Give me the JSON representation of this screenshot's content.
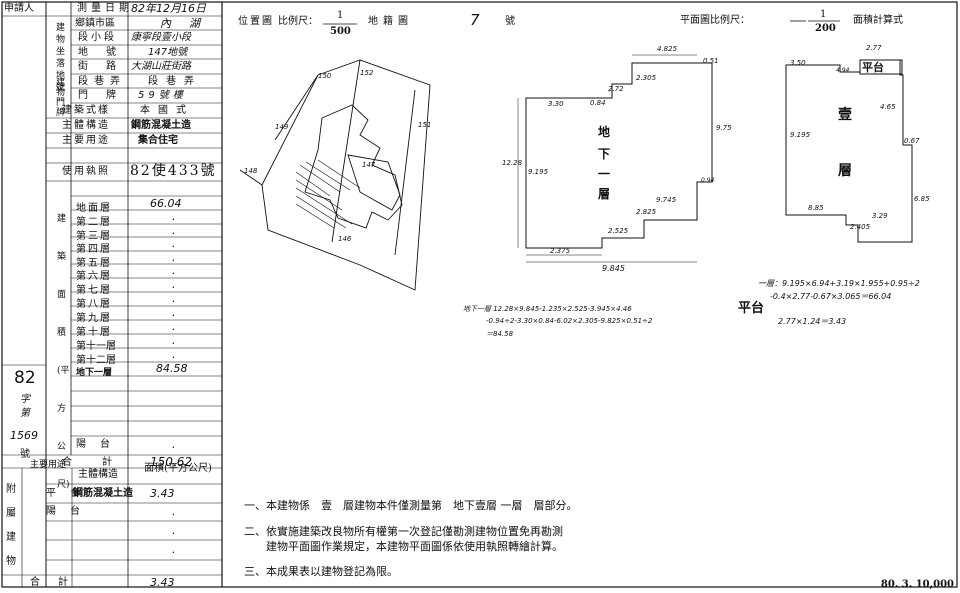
{
  "left_table": {
    "applicant_label": "申請人",
    "survey_date_label": "測量日期",
    "survey_date_value": "82年12月16日",
    "district_label": "鄉鎮市區",
    "district_value": "內湖",
    "section_label": "段小段",
    "section_value": "康寧段壹小段",
    "parcel_label": "地號",
    "parcel_value": "147地號",
    "street_label": "街路",
    "street_value": "大湖山莊街路",
    "lane_label": "段巷弄",
    "lane_value": "段巷弄",
    "door_label": "門牌",
    "door_value": "59號樓",
    "building_site_label": "建物坐落地號",
    "door_group_label": "建物門牌",
    "style_label": "建築式樣",
    "style_value": "本國式",
    "structure_label": "主體構造",
    "structure_value": "鋼筋混凝土造",
    "use_label": "主要用途",
    "use_value": "集合住宅",
    "license_label": "使用執照",
    "license_value": "82使433號",
    "floors": [
      {
        "label": "地面層",
        "value": "66.04"
      },
      {
        "label": "第二層",
        "value": "."
      },
      {
        "label": "第三層",
        "value": "."
      },
      {
        "label": "第四層",
        "value": "."
      },
      {
        "label": "第五層",
        "value": "."
      },
      {
        "label": "第六層",
        "value": "."
      },
      {
        "label": "第七層",
        "value": "."
      },
      {
        "label": "第八層",
        "value": "."
      },
      {
        "label": "第九層",
        "value": "."
      },
      {
        "label": "第十層",
        "value": "."
      },
      {
        "label": "第十一層",
        "value": "."
      },
      {
        "label": "第十二層",
        "value": "."
      },
      {
        "label": "地下一層",
        "value": "84.58"
      }
    ],
    "area_group_label": "建築面積(平方公尺)",
    "balcony_label": "陽台",
    "balcony_value": ".",
    "total_label": "合計",
    "total_value": "150.62",
    "side_number": "82",
    "side_char": "字第",
    "side_serial": "1569",
    "side_hao": "號",
    "annex": {
      "group_label": "附屬建物",
      "use_label": "主要用途",
      "structure_label": "主體構造",
      "area_label": "面積(平方公尺)",
      "rows": [
        {
          "use": "平台",
          "structure": "鋼筋混凝土造",
          "area": "3.43"
        },
        {
          "use": "陽台",
          "structure": "",
          "area": "."
        },
        {
          "use": "",
          "structure": "",
          "area": "."
        },
        {
          "use": "",
          "structure": "",
          "area": "."
        }
      ],
      "total_label": "合計",
      "total_value": "3.43"
    }
  },
  "location_map": {
    "title": "位置圖",
    "scale_label": "比例尺：",
    "scale_num": "1",
    "scale_den": "500",
    "map_label": "地籍圖",
    "map_no": "7",
    "map_suffix": "號",
    "parcels": [
      "150",
      "152",
      "149",
      "151",
      "148",
      "147",
      "146"
    ]
  },
  "floor_plan": {
    "title": "平面圖比例尺：",
    "scale_num": "1",
    "scale_den": "200",
    "suffix": "面積計算式",
    "basement_label_1": "地",
    "basement_label_2": "下",
    "basement_label_3": "一",
    "basement_label_4": "層",
    "first_floor_1": "壹",
    "first_floor_2": "層",
    "platform_label": "平台",
    "platform_label2": "平台",
    "dims": [
      "4.825",
      "0.51",
      "2.305",
      "2.72",
      "3.30",
      "0.84",
      "9.75",
      "12.28",
      "9.195",
      "9.745",
      "2.825",
      "2.525",
      "2.375",
      "9.845",
      "0.94",
      "3.50",
      "4.94",
      "2.77",
      "4.65",
      "9.195",
      "0.67",
      "6.85",
      "8.85",
      "3.29",
      "2.405"
    ],
    "formula_first": "一層：9.195×6.94+3.19×1.955+0.95÷2",
    "formula_first_2": "-0.4×2.77-0.67×3.065＝66.04",
    "formula_base": "地下一層 12.28×9.845-1.235×2.525-3.945×4.46",
    "formula_base_2": "-0.94÷2-3.30×0.84-6.02×2.305-9.825×0.51÷2",
    "formula_base_3": "＝84.58",
    "formula_platform": "2.77×1.24＝3.43"
  },
  "notes": [
    "一、本建物係　壹　層建物本件僅測量第　地下壹層 一層　層部分。",
    "二、依實施建築改良物所有權第一次登記僅勘測建物位置免再勘測",
    "　　建物平面圖作業規定，本建物平面圖係依使用執照轉繪計算。",
    "三、本成果表以建物登記為限。"
  ],
  "footer_code": "80. 3. 10,000"
}
